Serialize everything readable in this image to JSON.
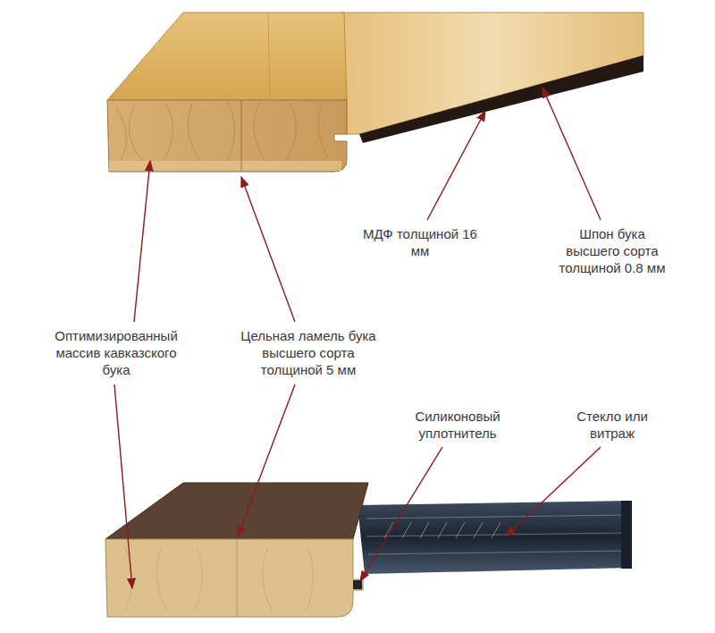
{
  "diagram": {
    "labels": [
      "МДФ толщиной 16 мм",
      "Шпон бука высшего сорта толщиной 0.8 мм",
      "Оптимизированный массив кавказского бука",
      "Цельная ламель бука высшего сорта толщиной 5 мм",
      "Силиконовый уплотнитель",
      "Стекло или витраж"
    ]
  }
}
